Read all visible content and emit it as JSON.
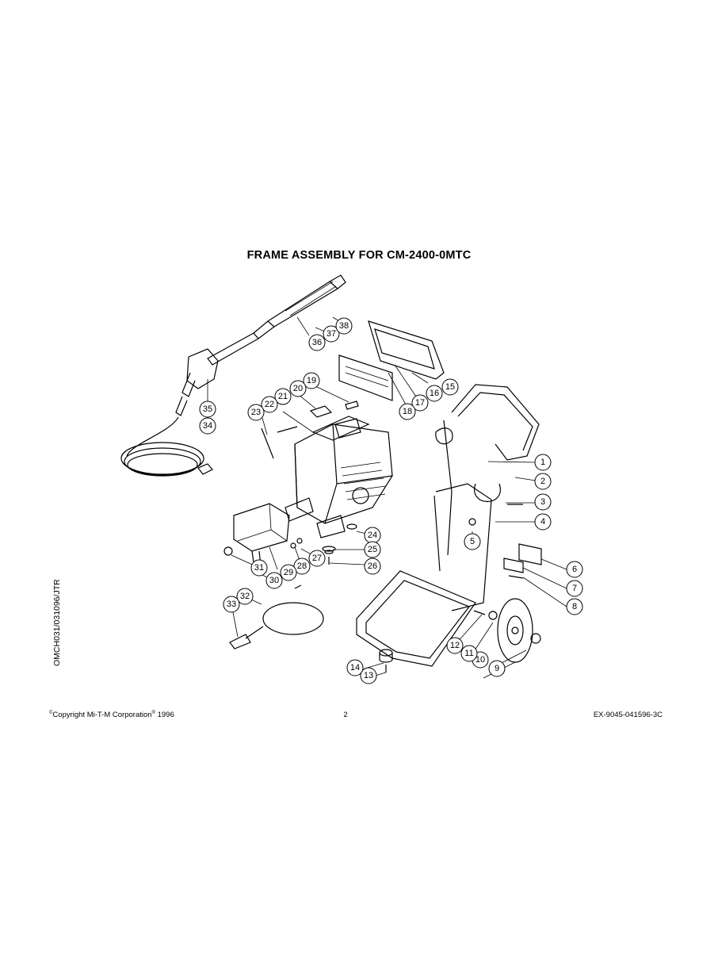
{
  "title": "FRAME ASSEMBLY FOR CM-2400-0MTC",
  "side_code": "OMCH031/031096/JTR",
  "footer": {
    "copyright_prefix": "Copyright Mi-T-M Corporation",
    "copyright_year": "1996",
    "page_number": "2",
    "doc_code": "EX-9045-041596-3C"
  },
  "callouts": [
    "1",
    "2",
    "3",
    "4",
    "5",
    "6",
    "7",
    "8",
    "9",
    "10",
    "11",
    "12",
    "13",
    "14",
    "15",
    "16",
    "17",
    "18",
    "19",
    "20",
    "21",
    "22",
    "23",
    "24",
    "25",
    "26",
    "27",
    "28",
    "29",
    "30",
    "31",
    "32",
    "33",
    "34",
    "35",
    "36",
    "37",
    "38"
  ]
}
